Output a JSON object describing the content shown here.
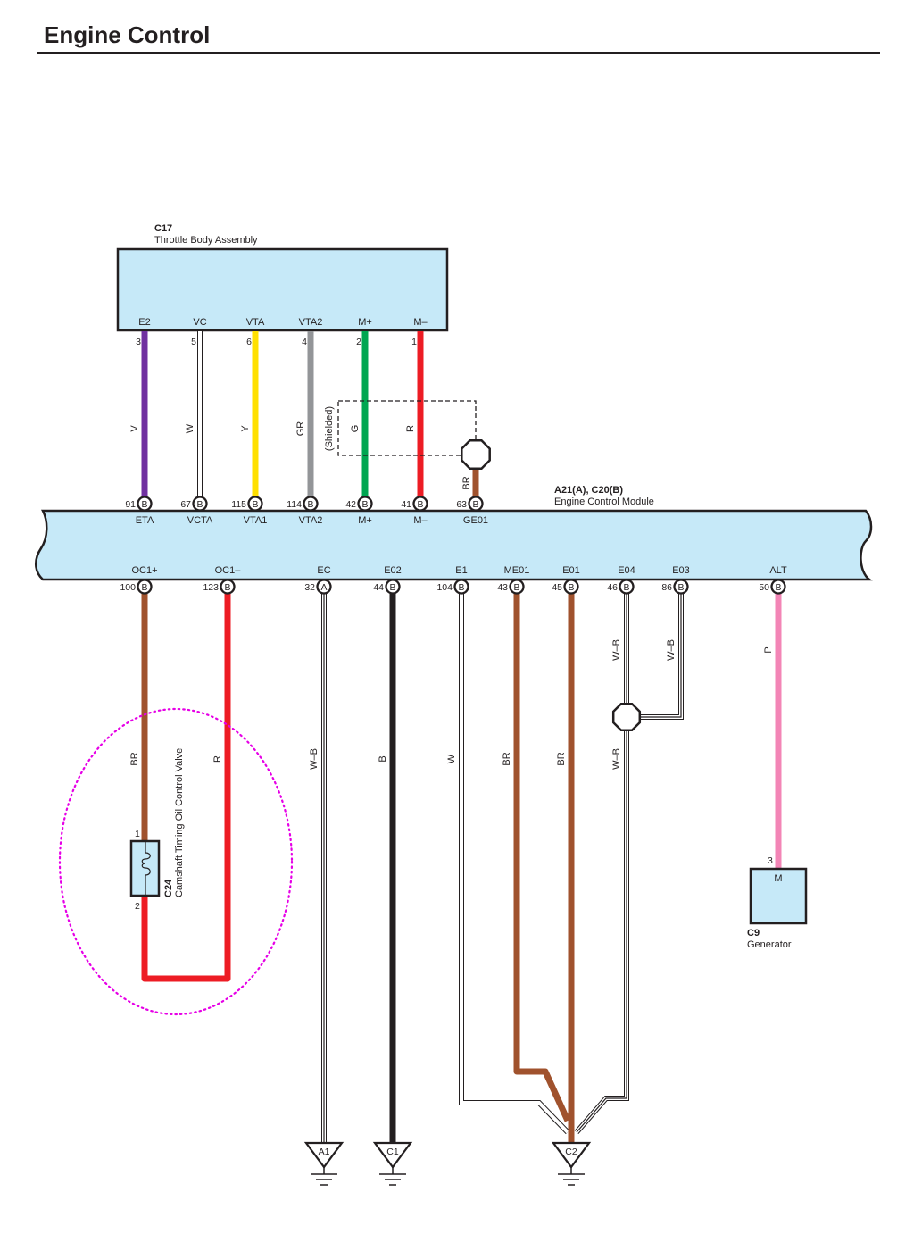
{
  "page": {
    "title": "Engine Control"
  },
  "components": {
    "throttle_body": {
      "code": "C17",
      "name": "Throttle Body Assembly"
    },
    "ecm": {
      "code": "A21(A), C20(B)",
      "name": "Engine Control Module"
    },
    "ocv": {
      "code": "C24",
      "name": "Camshaft Timing Oil Control Valve",
      "pin_in": "1",
      "pin_out": "2"
    },
    "generator": {
      "code": "C9",
      "name": "Generator",
      "pin": "3",
      "terminal": "M"
    }
  },
  "shield_label": "(Shielded)",
  "top_circuits": [
    {
      "tb_terminal": "E2",
      "tb_pin": "3",
      "wire": "V",
      "color": "#7030a0",
      "ecm_pin": "91",
      "conn": "B",
      "ecm_terminal": "ETA"
    },
    {
      "tb_terminal": "VC",
      "tb_pin": "5",
      "wire": "W",
      "color": "#ffffff",
      "ecm_pin": "67",
      "conn": "B",
      "ecm_terminal": "VCTA"
    },
    {
      "tb_terminal": "VTA",
      "tb_pin": "6",
      "wire": "Y",
      "color": "#ffe000",
      "ecm_pin": "115",
      "conn": "B",
      "ecm_terminal": "VTA1"
    },
    {
      "tb_terminal": "VTA2",
      "tb_pin": "4",
      "wire": "GR",
      "color": "#939598",
      "ecm_pin": "114",
      "conn": "B",
      "ecm_terminal": "VTA2"
    },
    {
      "tb_terminal": "M+",
      "tb_pin": "2",
      "wire": "G",
      "color": "#00a651",
      "ecm_pin": "42",
      "conn": "B",
      "ecm_terminal": "M+"
    },
    {
      "tb_terminal": "M–",
      "tb_pin": "1",
      "wire": "R",
      "color": "#ed1c24",
      "ecm_pin": "41",
      "conn": "B",
      "ecm_terminal": "M–"
    }
  ],
  "shield_ground": {
    "wire": "BR",
    "color": "#a0522d",
    "ecm_pin": "63",
    "conn": "B",
    "ecm_terminal": "GE01"
  },
  "bottom_circuits": [
    {
      "ecm_terminal": "OC1+",
      "ecm_pin": "100",
      "conn": "B",
      "wire": "BR",
      "color": "#a0522d",
      "dest": "C24 pin 1"
    },
    {
      "ecm_terminal": "OC1–",
      "ecm_pin": "123",
      "conn": "B",
      "wire": "R",
      "color": "#ed1c24",
      "dest": "C24 pin 2"
    },
    {
      "ecm_terminal": "EC",
      "ecm_pin": "32",
      "conn": "A",
      "wire": "W–B",
      "color": "#ffffff",
      "dest": "A1"
    },
    {
      "ecm_terminal": "E02",
      "ecm_pin": "44",
      "conn": "B",
      "wire": "B",
      "color": "#231f20",
      "dest": "C1"
    },
    {
      "ecm_terminal": "E1",
      "ecm_pin": "104",
      "conn": "B",
      "wire": "W",
      "color": "#ffffff",
      "dest": "C2"
    },
    {
      "ecm_terminal": "ME01",
      "ecm_pin": "43",
      "conn": "B",
      "wire": "BR",
      "color": "#a0522d",
      "dest": "C2"
    },
    {
      "ecm_terminal": "E01",
      "ecm_pin": "45",
      "conn": "B",
      "wire": "BR",
      "color": "#a0522d",
      "dest": "C2"
    },
    {
      "ecm_terminal": "E04",
      "ecm_pin": "46",
      "conn": "B",
      "wire": "W–B",
      "color": "#ffffff",
      "dest": "junction"
    },
    {
      "ecm_terminal": "E03",
      "ecm_pin": "86",
      "conn": "B",
      "wire": "W–B",
      "color": "#ffffff",
      "dest": "junction"
    },
    {
      "ecm_terminal": "ALT",
      "ecm_pin": "50",
      "conn": "B",
      "wire": "P",
      "color": "#f385b6",
      "dest": "C9 pin 3"
    }
  ],
  "junction_out_wire": "W–B",
  "grounds": [
    "A1",
    "C1",
    "C2"
  ],
  "colors": {
    "component_fill": "#c6e9f8",
    "outline": "#231f20",
    "highlight": "#e600e6"
  }
}
